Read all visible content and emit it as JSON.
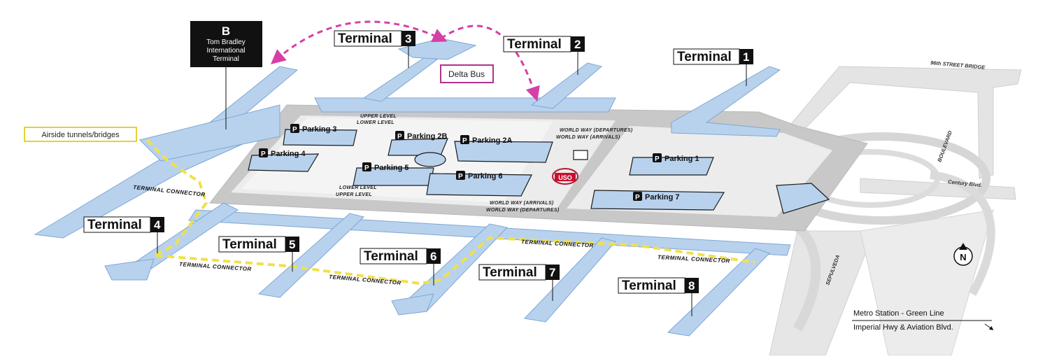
{
  "terminals": {
    "t1": {
      "word": "Terminal",
      "num": "1"
    },
    "t2": {
      "word": "Terminal",
      "num": "2"
    },
    "t3": {
      "word": "Terminal",
      "num": "3"
    },
    "t4": {
      "word": "Terminal",
      "num": "4"
    },
    "t5": {
      "word": "Terminal",
      "num": "5"
    },
    "t6": {
      "word": "Terminal",
      "num": "6"
    },
    "t7": {
      "word": "Terminal",
      "num": "7"
    },
    "t8": {
      "word": "Terminal",
      "num": "8"
    }
  },
  "tbit": {
    "letter": "B",
    "line1": "Tom Bradley",
    "line2": "International",
    "line3": "Terminal"
  },
  "parking": {
    "p_icon": "P",
    "p1": "Parking 1",
    "p2a": "Parking 2A",
    "p2b": "Parking 2B",
    "p3": "Parking 3",
    "p4": "Parking 4",
    "p5": "Parking 5",
    "p6": "Parking 6",
    "p7": "Parking 7"
  },
  "roads": {
    "upper_level_top": "UPPER LEVEL",
    "lower_level_top": "LOWER LEVEL",
    "lower_level_bottom": "LOWER LEVEL",
    "upper_level_bottom": "UPPER LEVEL",
    "world_way_departures_top": "WORLD WAY (DEPARTURES)",
    "world_way_arrivals_top": "WORLD WAY (ARRIVALS)",
    "world_way_arrivals_bottom": "WORLD WAY (ARRIVALS)",
    "world_way_departures_bottom": "WORLD WAY (DEPARTURES)"
  },
  "connectors": {
    "c1": "TERMINAL CONNECTOR",
    "c2": "TERMINAL CONNECTOR",
    "c3": "TERMINAL CONNECTOR",
    "c4": "TERMINAL CONNECTOR",
    "c5": "TERMINAL CONNECTOR"
  },
  "labels": {
    "delta_bus": "Delta Bus",
    "airside": "Airside tunnels/bridges",
    "uso": "USO",
    "north": "N",
    "metro_line1": "Metro Station - Green Line",
    "metro_line2": "Imperial Hwy & Aviation Blvd."
  },
  "streets": {
    "bridge": "96th STREET BRIDGE",
    "boulevard": "BOULEVARD",
    "century": "Century Blvd.",
    "sepulveda": "SEPULVEDA"
  },
  "colors": {
    "terminal_blue": "#b8d2ee",
    "road_gray": "#c8c8c8",
    "delta_magenta": "#d63fa6",
    "airside_yellow": "#f1e04a"
  }
}
